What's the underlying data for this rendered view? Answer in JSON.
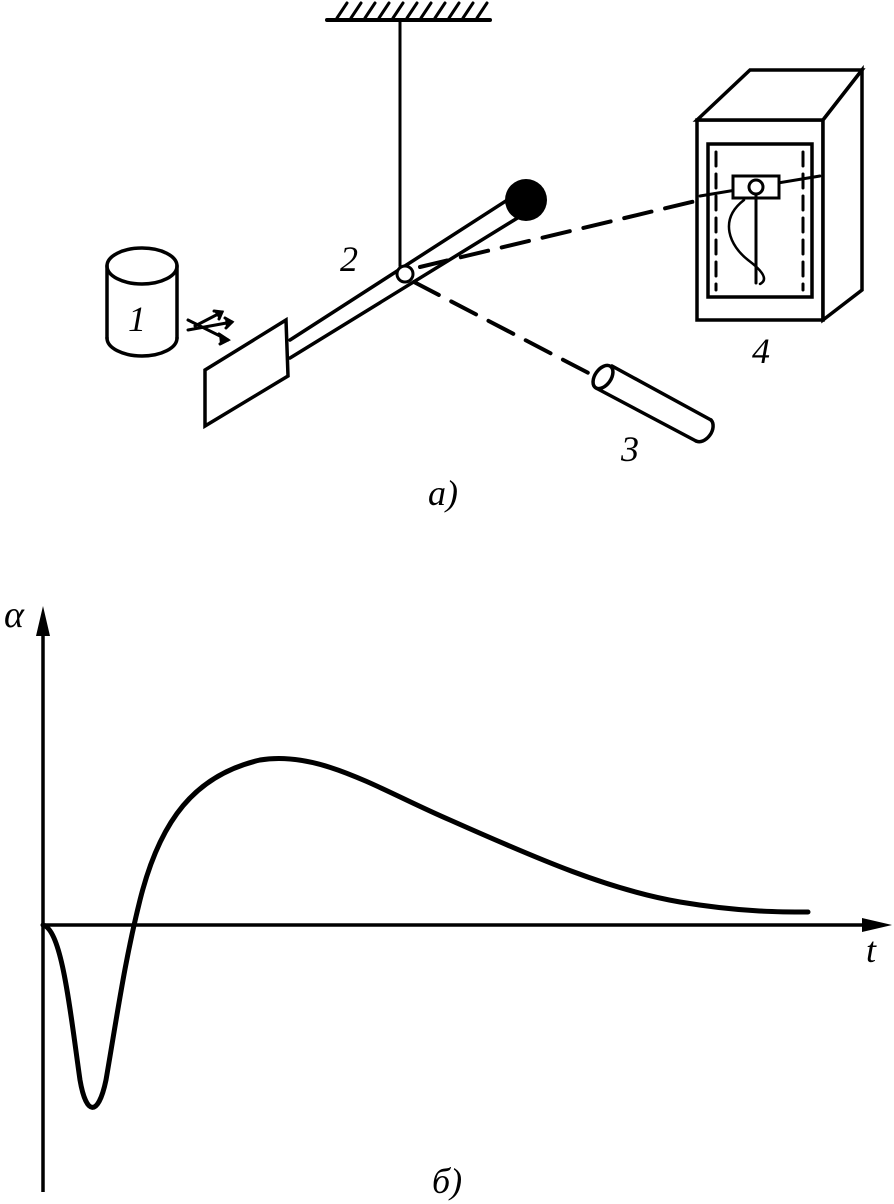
{
  "colors": {
    "ink": "#000000",
    "paper": "#ffffff"
  },
  "diagram_a": {
    "caption": "а)",
    "labels": {
      "source": "1",
      "pivot": "2",
      "lamp": "3",
      "recorder": "4"
    }
  },
  "diagram_b": {
    "caption": "б)",
    "y_axis_label": "α",
    "x_axis_label": "t"
  }
}
